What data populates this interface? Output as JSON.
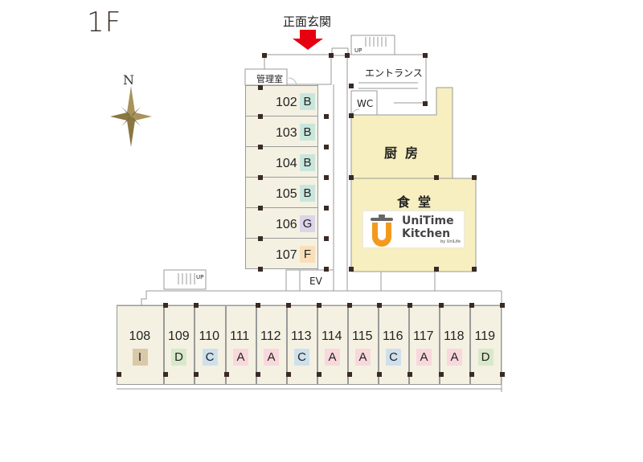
{
  "floor": "1F",
  "entrance": "正面玄関",
  "north": "N",
  "labels": {
    "manager": "管理室",
    "entrance_hall": "エントランス",
    "wc": "WC",
    "kitchen": "厨房",
    "dining": "食堂",
    "ev": "EV",
    "up": "UP"
  },
  "logo": {
    "line1": "UniTime",
    "line2": "Kitchen",
    "byline": "by UniLife",
    "mark": "U"
  },
  "colors": {
    "A": "#f8d8dc",
    "B": "#c9e6dd",
    "C": "#cfe0ec",
    "D": "#d8e9c9",
    "F": "#f9dfb9",
    "G": "#ddd4ea",
    "I": "#d9c9a9",
    "room_fill": "#f4f1e2",
    "kitchen_fill": "#f7efbf",
    "logo_orange": "#f39a1e",
    "arrow_red": "#e60012"
  },
  "vertical_rooms": [
    {
      "number": "102",
      "type": "B"
    },
    {
      "number": "103",
      "type": "B"
    },
    {
      "number": "104",
      "type": "B"
    },
    {
      "number": "105",
      "type": "B"
    },
    {
      "number": "106",
      "type": "G"
    },
    {
      "number": "107",
      "type": "F"
    }
  ],
  "horizontal_rooms": [
    {
      "number": "108",
      "type": "I"
    },
    {
      "number": "109",
      "type": "D"
    },
    {
      "number": "110",
      "type": "C"
    },
    {
      "number": "111",
      "type": "A"
    },
    {
      "number": "112",
      "type": "A"
    },
    {
      "number": "113",
      "type": "C"
    },
    {
      "number": "114",
      "type": "A"
    },
    {
      "number": "115",
      "type": "A"
    },
    {
      "number": "116",
      "type": "C"
    },
    {
      "number": "117",
      "type": "A"
    },
    {
      "number": "118",
      "type": "A"
    },
    {
      "number": "119",
      "type": "D"
    }
  ]
}
